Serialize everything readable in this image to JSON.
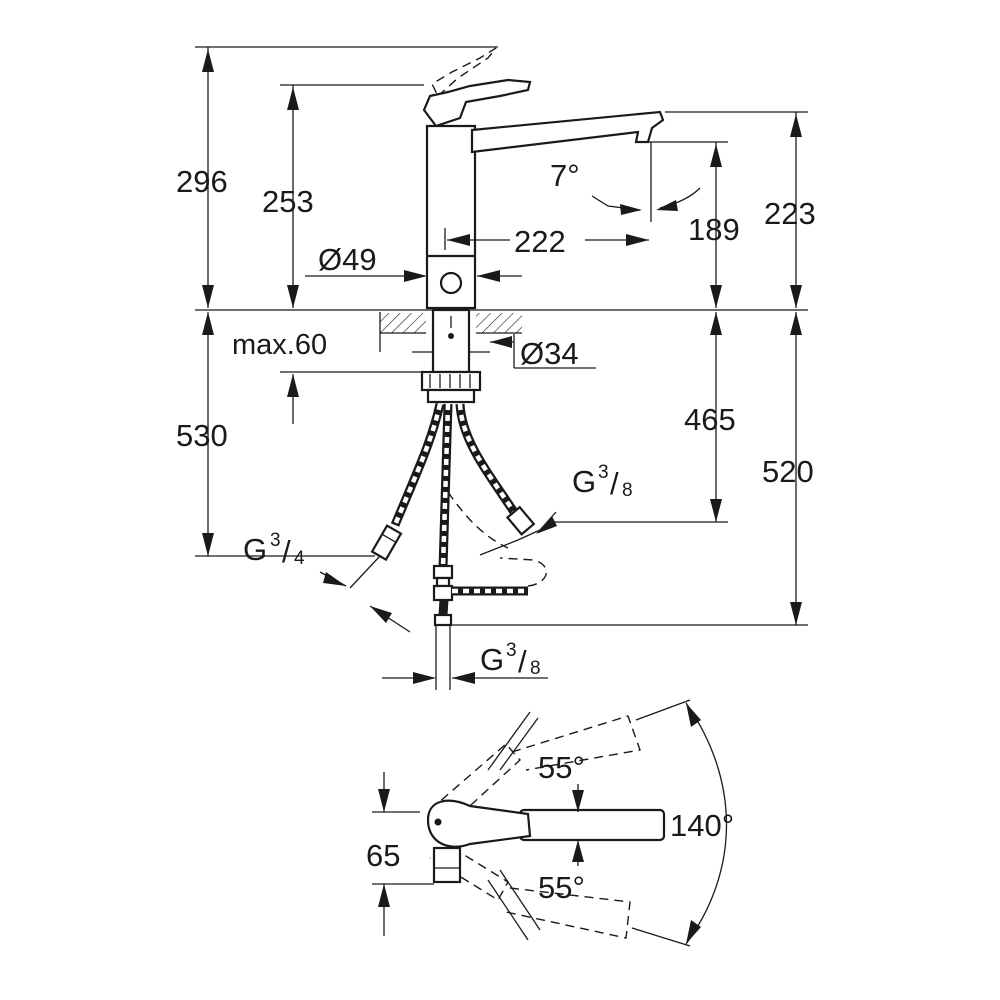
{
  "dimensions": {
    "total_height": "296",
    "lever_height": "253",
    "spout_height": "223",
    "spout_clearance": "189",
    "spout_reach": "222",
    "body_diameter": "Ø49",
    "hole_diameter": "Ø34",
    "deck_thickness": "max.60",
    "hose_length_left": "530",
    "hose_length_middle": "465",
    "hose_length_right": "520",
    "spout_angle": "7°",
    "handle_height": "65",
    "swivel_angle_top": "55°",
    "swivel_angle_bottom": "55°",
    "swivel_angle_total": "140°"
  },
  "threads": {
    "left": {
      "base": "G",
      "num": "3",
      "den": "4"
    },
    "right": {
      "base": "G",
      "num": "3",
      "den": "8"
    },
    "bottom": {
      "base": "G",
      "num": "3",
      "den": "8"
    }
  },
  "colors": {
    "ink": "#1a1a1a",
    "background": "#ffffff"
  }
}
